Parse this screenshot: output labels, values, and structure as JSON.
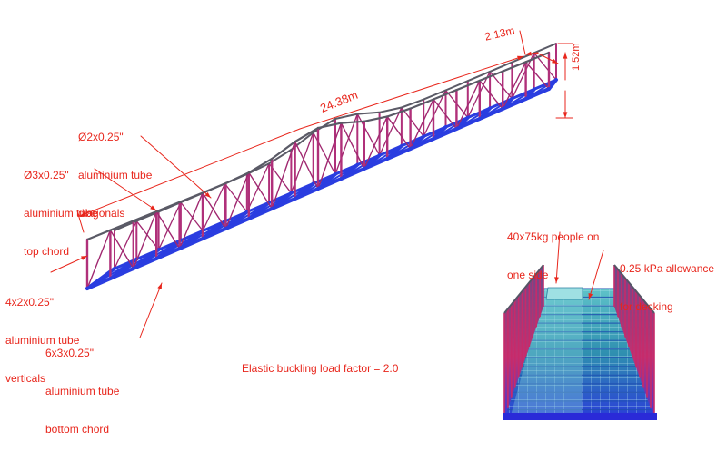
{
  "dimensions": {
    "length": "24.38m",
    "width": "2.13m",
    "height": "1.52m"
  },
  "callouts": {
    "diagonals": [
      "Ø2x0.25\"",
      "aluminium tube",
      "diagonals"
    ],
    "top_chord": [
      "Ø3x0.25\"",
      "aluminium tube",
      "top chord"
    ],
    "verticals": [
      "4x2x0.25\"",
      "aluminium tube",
      "verticals"
    ],
    "bottom_chord": [
      "6x3x0.25\"",
      "aluminium tube",
      "bottom chord"
    ],
    "people": [
      "40x75kg people on",
      "one side"
    ],
    "decking": [
      "0.25 kPa allowance",
      "for decking"
    ]
  },
  "result": "Elastic buckling load factor = 2.0",
  "colors": {
    "annotation": "#e8261c",
    "top_chord": "#5a5a66",
    "verticals": "#b0307a",
    "diagonals": "#a02870",
    "floor_members": "#2a3de0",
    "deck": "#3fa7b8"
  },
  "truss": {
    "panels": 20
  }
}
